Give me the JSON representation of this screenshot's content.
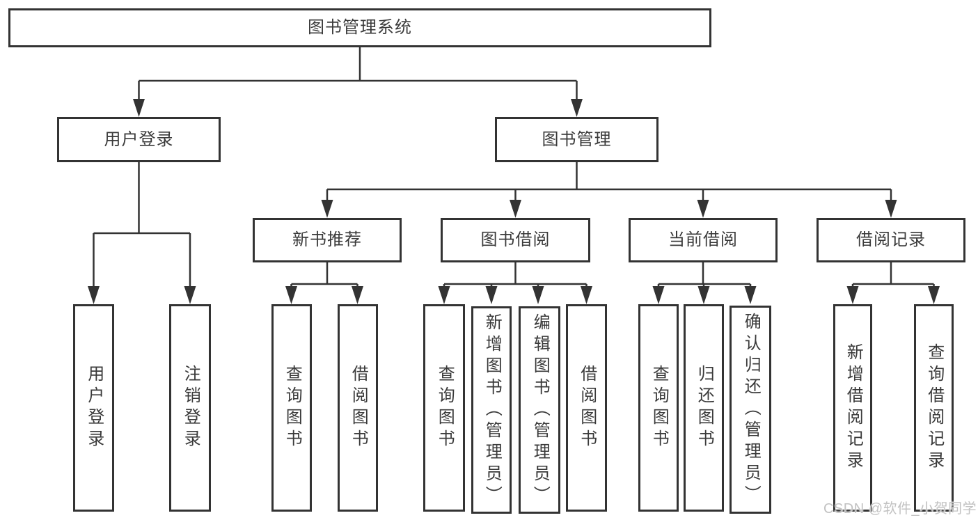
{
  "diagram": {
    "title": "图书管理系统",
    "branches": [
      {
        "label": "用户登录",
        "children": [
          {
            "label": "用户登录"
          },
          {
            "label": "注销登录"
          }
        ]
      },
      {
        "label": "图书管理",
        "children": [
          {
            "label": "新书推荐",
            "children": [
              {
                "label": "查询图书"
              },
              {
                "label": "借阅图书"
              }
            ]
          },
          {
            "label": "图书借阅",
            "children": [
              {
                "label": "查询图书"
              },
              {
                "label": "新增图书（管理员）"
              },
              {
                "label": "编辑图书（管理员）"
              },
              {
                "label": "借阅图书"
              }
            ]
          },
          {
            "label": "当前借阅",
            "children": [
              {
                "label": "查询图书"
              },
              {
                "label": "归还图书"
              },
              {
                "label": "确认归还（管理员）"
              }
            ]
          },
          {
            "label": "借阅记录",
            "children": [
              {
                "label": "新增借阅记录"
              },
              {
                "label": "查询借阅记录"
              }
            ]
          }
        ]
      }
    ]
  },
  "watermark": "CSDN @软件_小贺同学",
  "colors": {
    "line": "#333333",
    "node_border": "#333333",
    "node_text": "#3a3a3a",
    "background": "#ffffff",
    "watermark_text": "#c2c2c2"
  }
}
